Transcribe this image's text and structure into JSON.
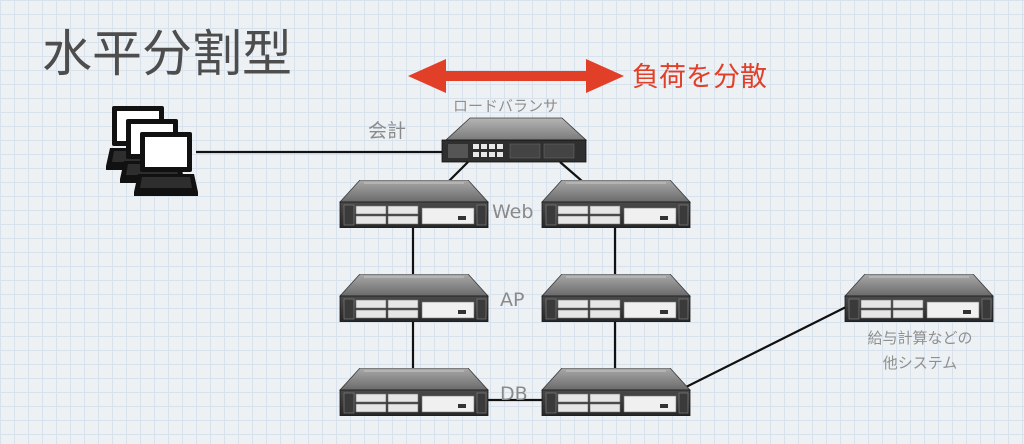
{
  "title": "水平分割型",
  "load_balance_label": "負荷を分散",
  "load_balancer_label": "ロードバランサ",
  "client_label": "会計",
  "tiers": {
    "web": "Web",
    "ap": "AP",
    "db": "DB"
  },
  "other_system": {
    "line1": "給与計算などの",
    "line2": "他システム"
  },
  "colors": {
    "accent_red": "#e23f28",
    "text_gray": "#8a8a8a",
    "line": "#111111"
  }
}
